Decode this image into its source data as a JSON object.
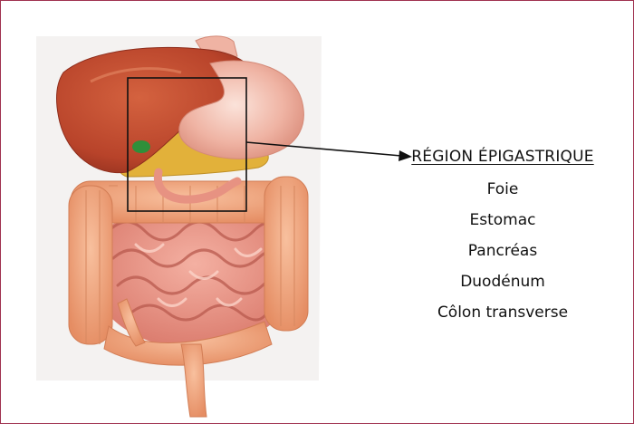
{
  "colors": {
    "frame": "#a03250",
    "liver": "#b8432a",
    "stomach": "#efb3a3",
    "pancreas": "#e2b13a",
    "intestine": "#e79282",
    "colon": "#f0a07a",
    "gallbladder": "#2f8f3a",
    "body": "#f4f2f1",
    "callout": "#111111"
  },
  "region": {
    "title": "RÉGION ÉPIGASTRIQUE",
    "organs": [
      {
        "label": "Foie"
      },
      {
        "label": "Estomac"
      },
      {
        "label": "Pancréas"
      },
      {
        "label": "Duodénum"
      },
      {
        "label": "Côlon transverse"
      }
    ]
  }
}
